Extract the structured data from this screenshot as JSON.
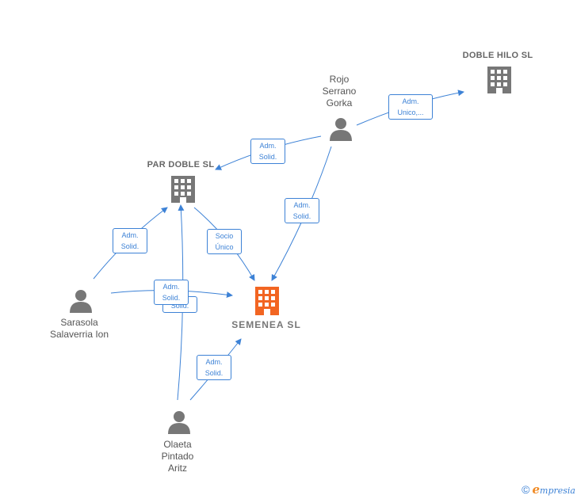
{
  "nodes": {
    "doble_hilo": {
      "label": "DOBLE HILO SL"
    },
    "par_doble": {
      "label": "PAR DOBLE  SL"
    },
    "semenea": {
      "label": "SEMENEA  SL"
    },
    "rojo": {
      "label_lines": [
        "Rojo",
        "Serrano",
        "Gorka"
      ]
    },
    "sarasola": {
      "label_lines": [
        "Sarasola",
        "Salaverria Ion"
      ]
    },
    "olaeta": {
      "label_lines": [
        "Olaeta",
        "Pintado",
        "Aritz"
      ]
    }
  },
  "edges": {
    "rojo_doblehilo": {
      "line1": "Adm.",
      "line2": "Unico,..."
    },
    "rojo_pardoble": {
      "line1": "Adm.",
      "line2": "Solid."
    },
    "rojo_semenea": {
      "line1": "Adm.",
      "line2": "Solid."
    },
    "sarasola_pardoble": {
      "line1": "Adm.",
      "line2": "Solid."
    },
    "pardoble_semenea": {
      "line1": "Socio",
      "line2": "Único"
    },
    "sarasola_semenea": {
      "line1": "Adm.",
      "line2": "Solid."
    },
    "olaeta_pardoble": {
      "line2": "Solid."
    },
    "olaeta_semenea": {
      "line1": "Adm.",
      "line2": "Solid."
    }
  },
  "footer": {
    "copyright": "©",
    "brand_first": "e",
    "brand_rest": "mpresia"
  },
  "colors": {
    "edge": "#3d82d6",
    "company_icon": "#777777",
    "center_icon": "#f26522",
    "person_icon": "#777777"
  }
}
